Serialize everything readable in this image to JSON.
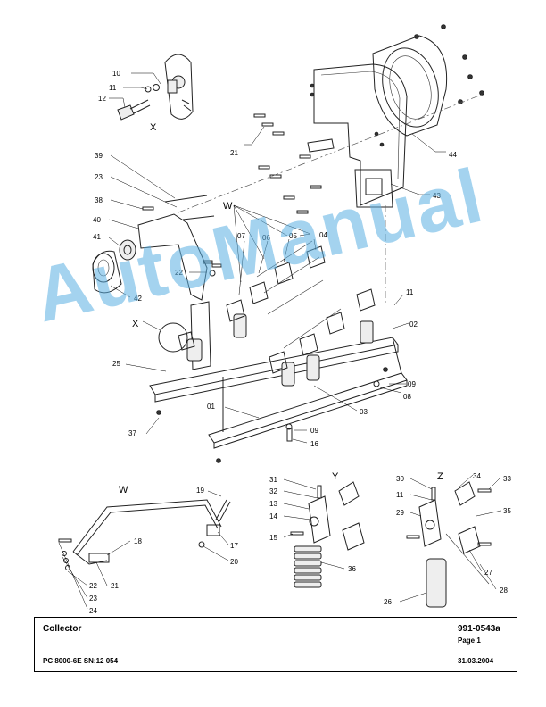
{
  "title_block": {
    "title": "Collector",
    "doc_number": "991-0543a",
    "page": "Page 1",
    "machine": "PC 8000-6E SN:12 054",
    "date": "31.03.2004"
  },
  "watermark": "AutoManual",
  "views": {
    "x": "X",
    "w": "W",
    "y": "Y",
    "z": "Z",
    "w_main": "W",
    "x_main": "X"
  },
  "labels": {
    "p10": "10",
    "p11a": "11",
    "p12": "12",
    "p21a": "21",
    "p39": "39",
    "p23a": "23",
    "p38": "38",
    "p40": "40",
    "p41": "41",
    "p42": "42",
    "p22a": "22",
    "p44": "44",
    "p43": "43",
    "p07": "07",
    "p06": "06",
    "p05": "05",
    "p04": "04",
    "p11b": "11",
    "p02": "02",
    "p25": "25",
    "p09a": "09",
    "p08": "08",
    "p01": "01",
    "p03": "03",
    "p37": "37",
    "p09b": "09",
    "p16": "16",
    "p19": "19",
    "p18": "18",
    "p17": "17",
    "p20": "20",
    "p22b": "22",
    "p21b": "21",
    "p23b": "23",
    "p24": "24",
    "p31": "31",
    "p32": "32",
    "p13": "13",
    "p14": "14",
    "p15": "15",
    "p36": "36",
    "p30": "30",
    "p11c": "11",
    "p29": "29",
    "p34": "34",
    "p33": "33",
    "p35": "35",
    "p27": "27",
    "p28": "28",
    "p26": "26"
  }
}
